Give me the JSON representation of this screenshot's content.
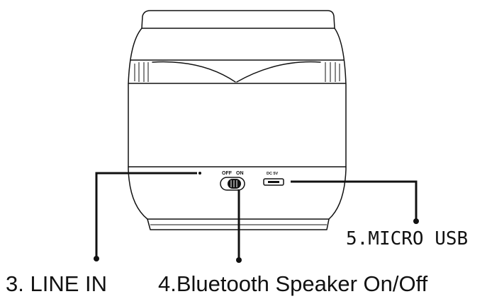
{
  "callouts": {
    "line_in": "3. LINE IN",
    "power_switch": "4.Bluetooth Speaker On/Off",
    "micro_usb": "5.MICRO USB"
  },
  "device": {
    "switch_off": "OFF",
    "switch_on": "ON",
    "usb_marking": "DC 5V"
  }
}
